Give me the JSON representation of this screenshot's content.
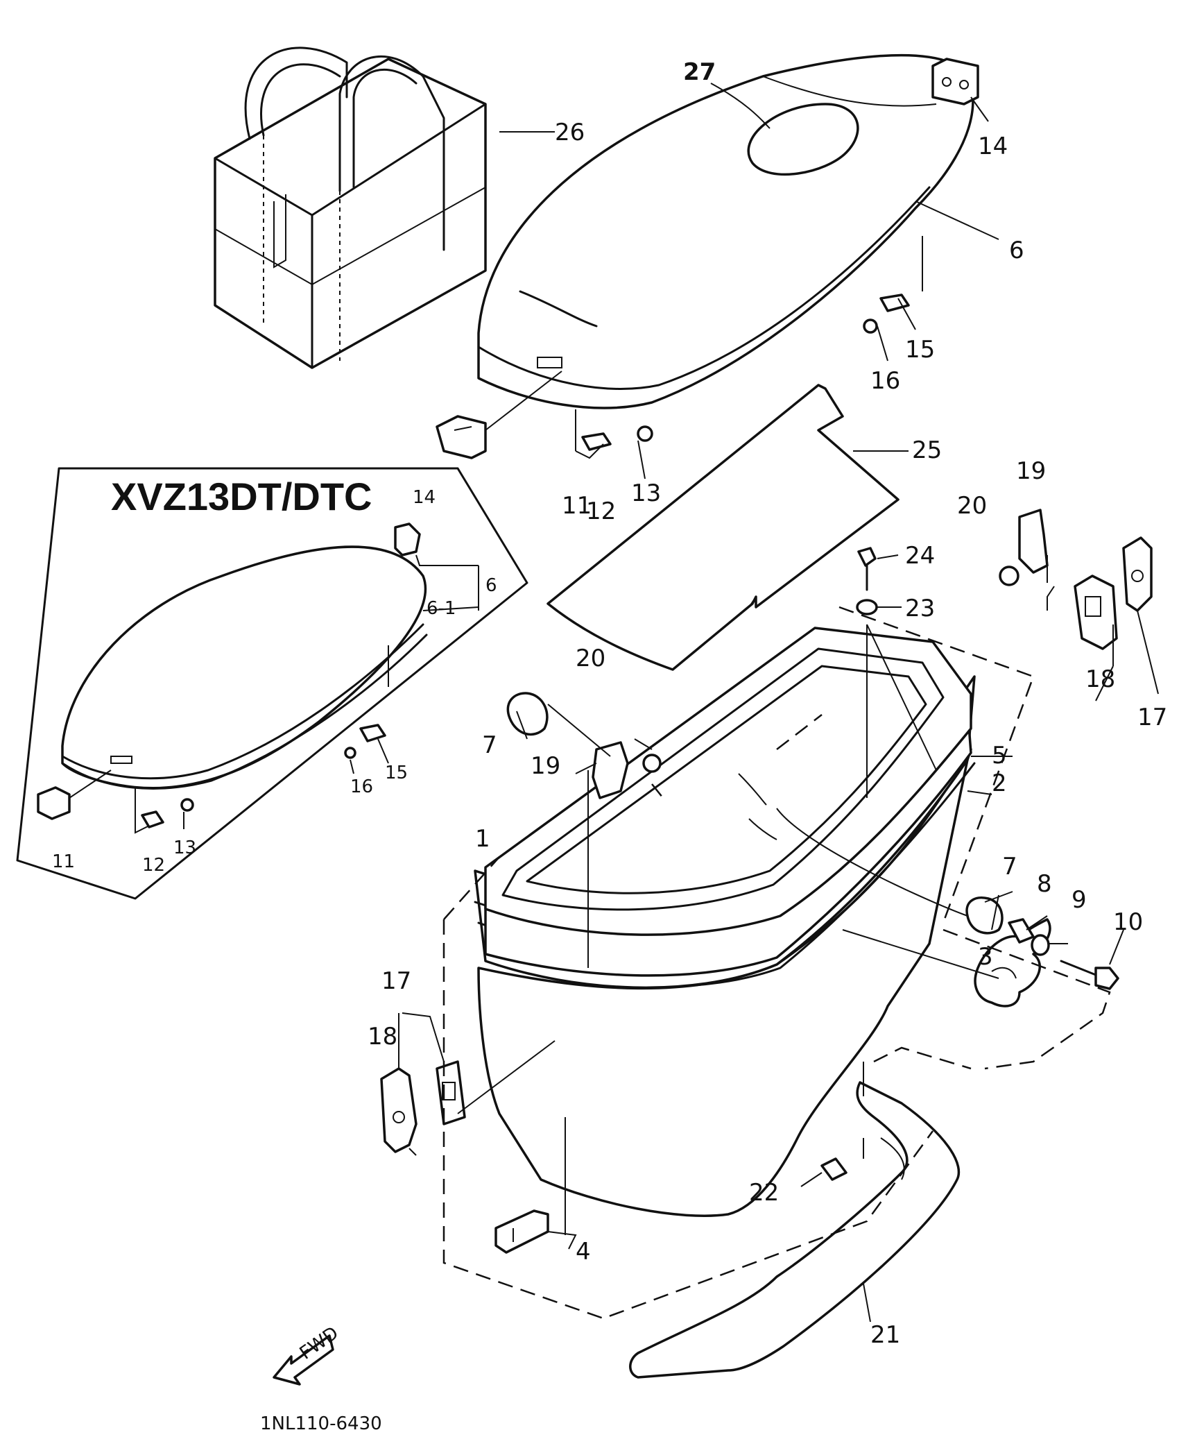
{
  "inset": {
    "title": "XVZ13DT/DTC",
    "labels": [
      "14",
      "6",
      "6-1",
      "15",
      "16",
      "11",
      "12",
      "13"
    ]
  },
  "callouts": {
    "c1": "1",
    "c2": "2",
    "c3": "3",
    "c4": "4",
    "c5": "5",
    "c6": "6",
    "c7a": "7",
    "c7b": "7",
    "c8": "8",
    "c9": "9",
    "c10": "10",
    "c11": "11",
    "c12": "12",
    "c13": "13",
    "c14": "14",
    "c15": "15",
    "c16": "16",
    "c17a": "17",
    "c17b": "17",
    "c18a": "18",
    "c18b": "18",
    "c19a": "19",
    "c19b": "19",
    "c20a": "20",
    "c20b": "20",
    "c21": "21",
    "c22": "22",
    "c23": "23",
    "c24": "24",
    "c25": "25",
    "c26": "26",
    "c27": "27"
  },
  "fwd_label": "FWD",
  "diagram_code": "1NL110-6430"
}
